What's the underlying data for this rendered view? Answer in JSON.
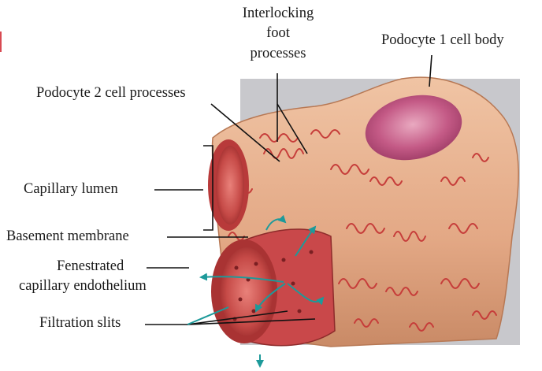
{
  "labels": {
    "interlocking_line1": "Interlocking",
    "interlocking_line2": "foot",
    "interlocking_line3": "processes",
    "podocyte1": "Podocyte 1 cell body",
    "podocyte2": "Podocyte 2 cell processes",
    "capillary_lumen": "Capillary lumen",
    "basement_membrane": "Basement membrane",
    "fenestrated_line1": "Fenestrated",
    "fenestrated_line2": "capillary endothelium",
    "filtration_slits": "Filtration slits"
  },
  "colors": {
    "background_panel": "#c9c9cd",
    "podocyte_tissue": "#e7b08e",
    "podocyte_shadow": "#c98b68",
    "foot_process_red": "#c63d3a",
    "cell_body_pink": "#c25a86",
    "capillary_red": "#b83a3a",
    "capillary_inner": "#d96a64",
    "arrow_teal": "#1d9a9a",
    "leader_line": "#111111"
  }
}
